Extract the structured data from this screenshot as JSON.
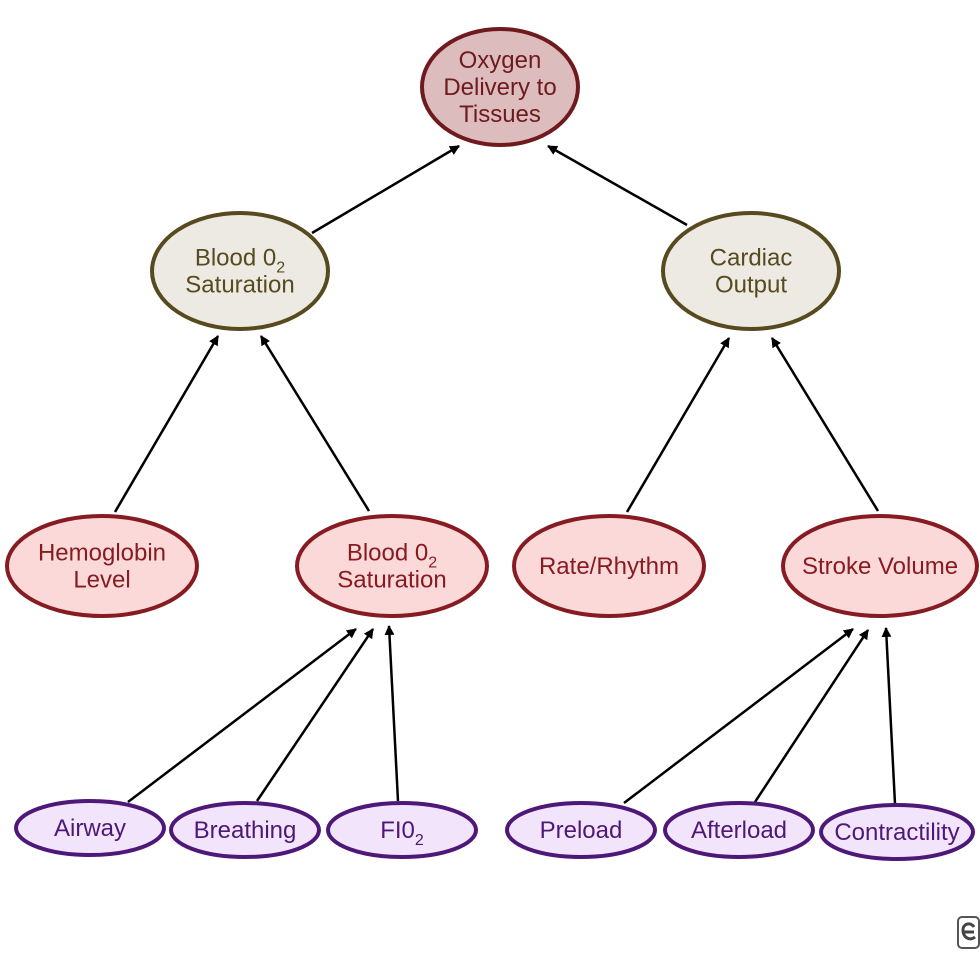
{
  "nodes": {
    "oxygen_delivery": {
      "lines": [
        "Oxygen",
        "Delivery to",
        "Tissues"
      ],
      "style": "top"
    },
    "blood_o2_saturation_mid": {
      "lines": [
        [
          "Blood 0",
          "2"
        ],
        "Saturation"
      ],
      "style": "mid"
    },
    "cardiac_output": {
      "lines": [
        "Cardiac",
        "Output"
      ],
      "style": "mid"
    },
    "hemoglobin_level": {
      "lines": [
        "Hemoglobin",
        "Level"
      ],
      "style": "low"
    },
    "blood_o2_saturation_low": {
      "lines": [
        [
          "Blood 0",
          "2"
        ],
        "Saturation"
      ],
      "style": "low"
    },
    "rate_rhythm": {
      "lines": [
        "Rate/Rhythm"
      ],
      "style": "low"
    },
    "stroke_volume": {
      "lines": [
        "Stroke Volume"
      ],
      "style": "low"
    },
    "airway": {
      "lines": [
        "Airway"
      ],
      "style": "leaf"
    },
    "breathing": {
      "lines": [
        "Breathing"
      ],
      "style": "leaf"
    },
    "fio2": {
      "lines": [
        [
          "FI0",
          "2"
        ]
      ],
      "style": "leaf"
    },
    "preload": {
      "lines": [
        "Preload"
      ],
      "style": "leaf"
    },
    "afterload": {
      "lines": [
        "Afterload"
      ],
      "style": "leaf"
    },
    "contractility": {
      "lines": [
        "Contractility"
      ],
      "style": "leaf"
    }
  },
  "edges": [
    {
      "from": "blood_o2_saturation_mid",
      "to": "oxygen_delivery"
    },
    {
      "from": "cardiac_output",
      "to": "oxygen_delivery"
    },
    {
      "from": "hemoglobin_level",
      "to": "blood_o2_saturation_mid"
    },
    {
      "from": "blood_o2_saturation_low",
      "to": "blood_o2_saturation_mid"
    },
    {
      "from": "rate_rhythm",
      "to": "cardiac_output"
    },
    {
      "from": "stroke_volume",
      "to": "cardiac_output"
    },
    {
      "from": "airway",
      "to": "blood_o2_saturation_low"
    },
    {
      "from": "breathing",
      "to": "blood_o2_saturation_low"
    },
    {
      "from": "fio2",
      "to": "blood_o2_saturation_low"
    },
    {
      "from": "preload",
      "to": "stroke_volume"
    },
    {
      "from": "afterload",
      "to": "stroke_volume"
    },
    {
      "from": "contractility",
      "to": "stroke_volume"
    }
  ],
  "styles": {
    "top": {
      "fill": "#dcbcbc",
      "stroke": "#6e1a1e",
      "text": "#6e1a1e"
    },
    "mid": {
      "fill": "#eceae2",
      "stroke": "#574a1f",
      "text": "#574a1f"
    },
    "low": {
      "fill": "#fbd9d9",
      "stroke": "#861c22",
      "text": "#861c22"
    },
    "leaf": {
      "fill": "#f2e4fb",
      "stroke": "#4d1877",
      "text": "#4d1877"
    }
  },
  "watermark_icon": "e-logo-icon"
}
